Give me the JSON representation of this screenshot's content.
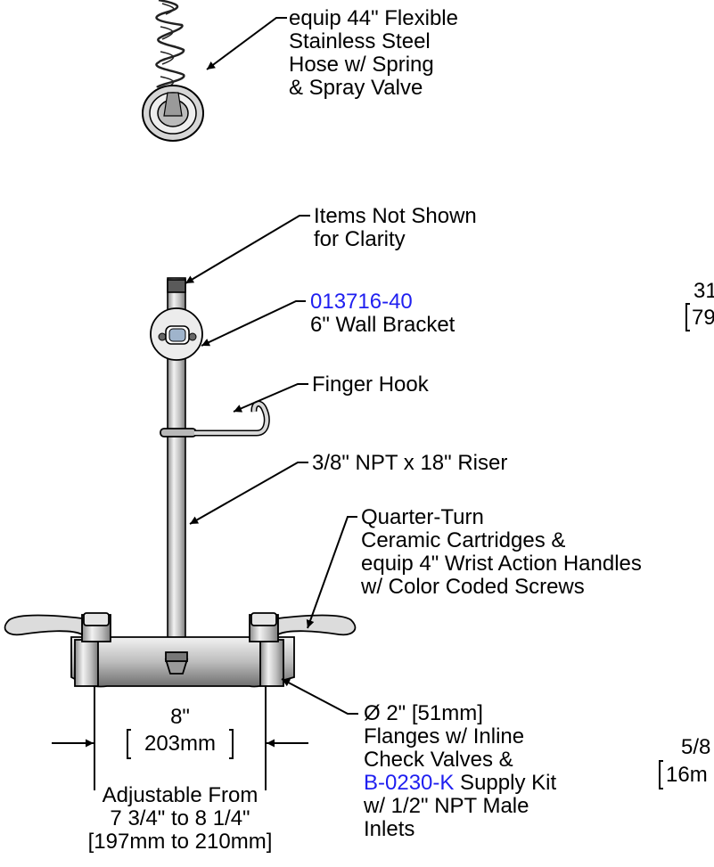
{
  "callouts": {
    "hose": [
      "equip 44\" Flexible",
      "Stainless Steel",
      "Hose w/ Spring",
      "& Spray Valve"
    ],
    "items_not_shown": [
      "Items Not Shown",
      "for Clarity"
    ],
    "bracket": {
      "part_number": "013716-40",
      "description": "6\" Wall Bracket"
    },
    "finger_hook": "Finger Hook",
    "riser": "3/8\" NPT x 18\" Riser",
    "handles": [
      "Quarter-Turn",
      "Ceramic Cartridges &",
      "equip 4\" Wrist Action Handles",
      "w/ Color Coded Screws"
    ],
    "flanges": {
      "line1": "Ø 2\" [51mm]",
      "line2": "Flanges w/ Inline",
      "line3": "Check Valves &",
      "supply_kit_part": "B-0230-K",
      "supply_kit_rest": " Supply Kit",
      "line5": "w/ 1/2\" NPT Male",
      "line6": "Inlets"
    }
  },
  "dimensions": {
    "width_in": "8\"",
    "width_mm": "203mm",
    "adjustable": [
      "Adjustable From",
      "7 3/4\" to 8 1/4\"",
      "[197mm to 210mm]"
    ],
    "right_top_partial": [
      "31",
      "79"
    ],
    "right_bottom_partial": [
      "5/8",
      "16m"
    ]
  },
  "colors": {
    "link": "#1f1ff0",
    "line": "#000000",
    "metal": "#c8c8c8"
  }
}
